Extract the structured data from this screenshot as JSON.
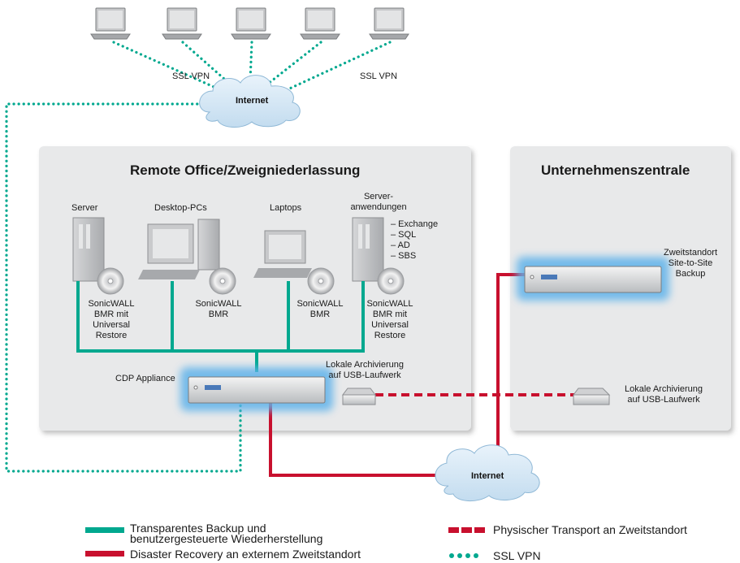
{
  "colors": {
    "green": "#00a88f",
    "red": "#c8102e",
    "panel": "#e9eaeb",
    "glow": "#6fb8ea"
  },
  "top": {
    "ssl_vpn_left": "SSL VPN",
    "ssl_vpn_right": "SSL VPN",
    "internet": "Internet"
  },
  "remote_office": {
    "title": "Remote Office/Zweigniederlassung",
    "server_label": "Server",
    "desktop_label": "Desktop-PCs",
    "laptops_label": "Laptops",
    "serverapps_label": [
      "Server-",
      "anwendungen"
    ],
    "apps": [
      "– Exchange",
      "– SQL",
      "– AD",
      "– SBS"
    ],
    "server_caption": [
      "SonicWALL",
      "BMR mit",
      "Universal",
      "Restore"
    ],
    "desktop_caption": [
      "SonicWALL",
      "BMR"
    ],
    "laptops_caption": [
      "SonicWALL",
      "BMR"
    ],
    "serverapps_caption": [
      "SonicWALL",
      "BMR mit",
      "Universal",
      "Restore"
    ],
    "cdp_label": "CDP Appliance",
    "usb_label": [
      "Lokale Archivierung",
      "auf USB-Laufwerk"
    ]
  },
  "hq": {
    "title": "Unternehmenszentrale",
    "site_label": [
      "Zweitstandort",
      "Site-to-Site",
      "Backup"
    ],
    "usb_label": [
      "Lokale Archivierung",
      "auf USB-Laufwerk"
    ]
  },
  "bottom": {
    "internet": "Internet"
  },
  "legend": {
    "green": [
      "Transparentes Backup und",
      "benutzergesteuerte Wiederherstellung"
    ],
    "red_solid": "Disaster Recovery an externem Zweitstandort",
    "red_dashed": "Physischer Transport an Zweitstandort",
    "dotted": "SSL VPN"
  }
}
